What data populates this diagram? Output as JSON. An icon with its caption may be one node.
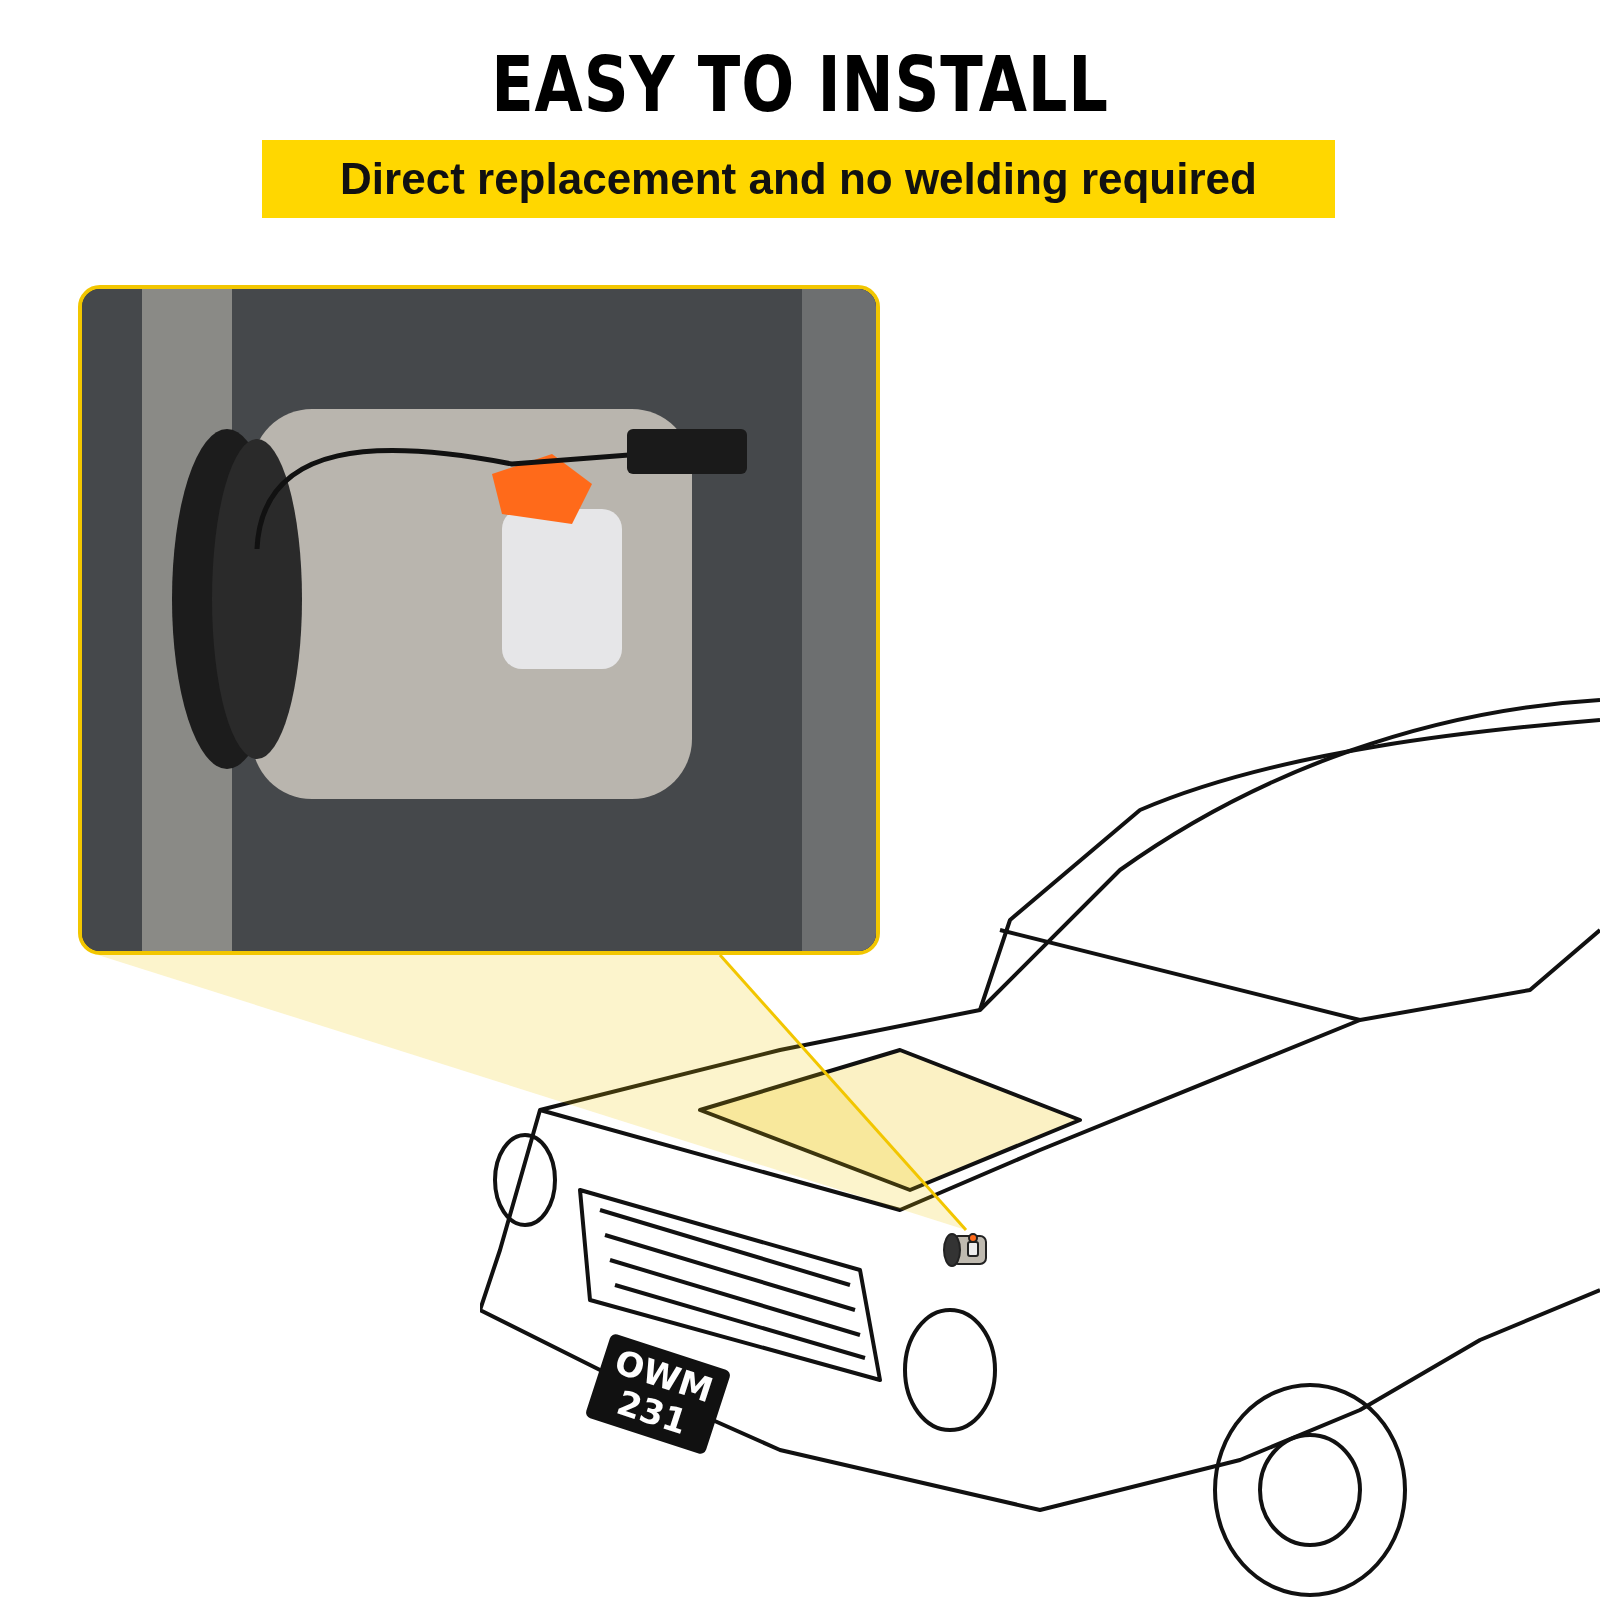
{
  "diagram": {
    "title": "EASY TO INSTALL",
    "nodes": [
      {
        "text": [
          "Direct replacement and no welding required"
        ]
      },
      {
        "text": [],
        "shape": "picture"
      },
      {
        "text": [],
        "shape": "picture"
      },
      {
        "text": [],
        "shape": "picture",
        "in": 2
      }
    ],
    "edges": [
      {
        "from": 1,
        "to": 3,
        "arrow": "none",
        "color": "#f2c600"
      }
    ],
    "labels": [
      "OWM 231"
    ]
  }
}
